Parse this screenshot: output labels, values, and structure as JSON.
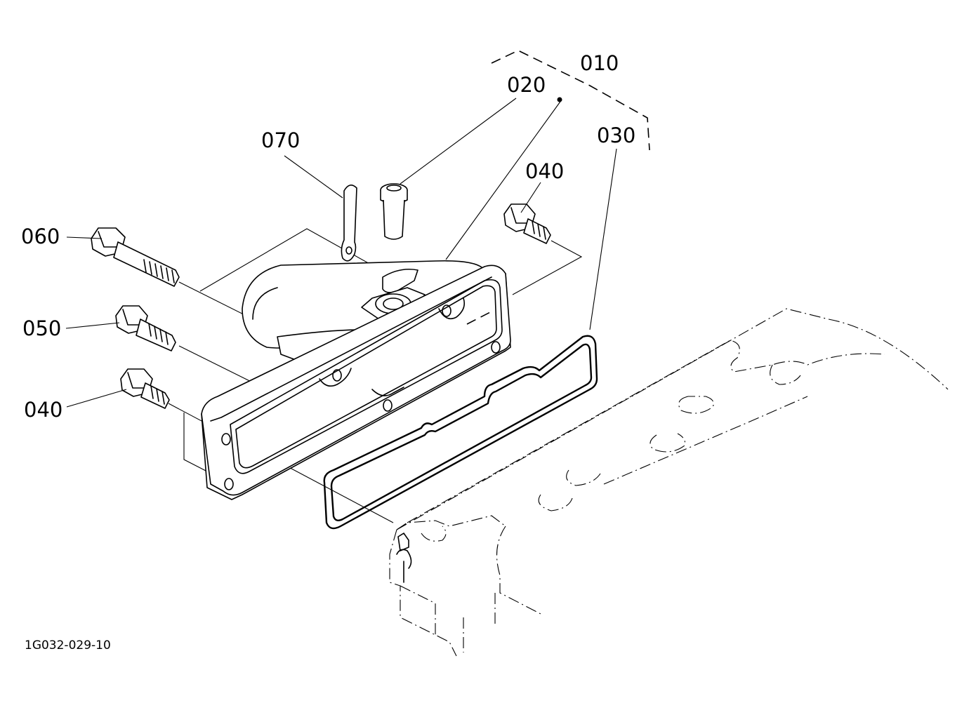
{
  "diagram": {
    "drawing_code": "1G032-029-10",
    "callouts": [
      {
        "id": "label-010",
        "text": "010"
      },
      {
        "id": "label-020",
        "text": "020"
      },
      {
        "id": "label-030",
        "text": "030"
      },
      {
        "id": "label-040-top",
        "text": "040"
      },
      {
        "id": "label-040-bottom",
        "text": "040"
      },
      {
        "id": "label-050",
        "text": "050"
      },
      {
        "id": "label-060",
        "text": "060"
      },
      {
        "id": "label-070",
        "text": "070"
      }
    ]
  }
}
